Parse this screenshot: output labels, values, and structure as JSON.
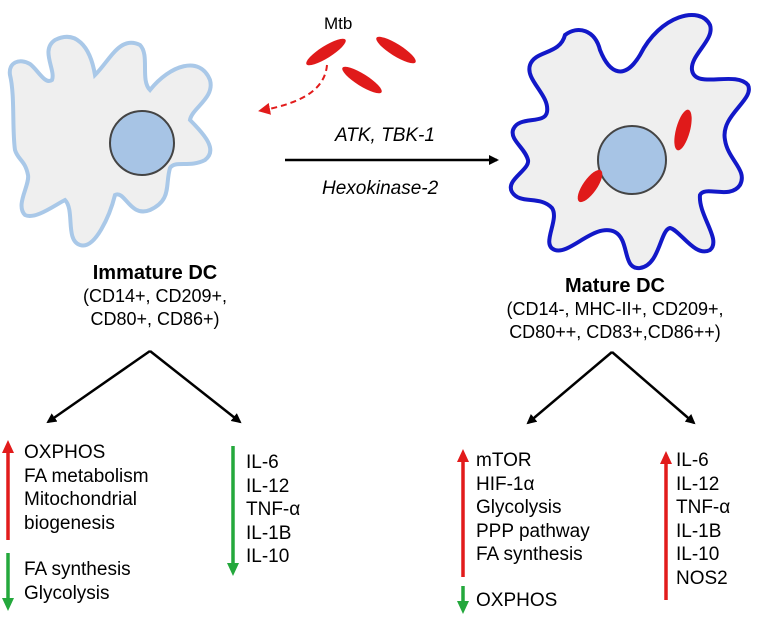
{
  "colors": {
    "immature_outline": "#a9c8e8",
    "mature_outline": "#1218c8",
    "cell_fill": "#efefef",
    "nucleus_fill": "#a7c4e5",
    "bacteria": "#e01a1a",
    "up_arrow": "#e21b1b",
    "down_arrow": "#24a83c"
  },
  "pathogen": {
    "label": "Mtb"
  },
  "transition": {
    "label_top": "ATK, TBK-1",
    "label_bottom": "Hexokinase-2"
  },
  "immature": {
    "title": "Immature DC",
    "markers_line1": "(CD14+, CD209+,",
    "markers_line2": "CD80+, CD86+)",
    "metabolism_up": [
      "OXPHOS",
      "FA metabolism",
      "Mitochondrial",
      "biogenesis"
    ],
    "metabolism_down": [
      "FA synthesis",
      "Glycolysis"
    ],
    "cytokines_down": [
      "IL-6",
      "IL-12",
      "TNF-α",
      "IL-1B",
      "IL-10"
    ]
  },
  "mature": {
    "title": "Mature DC",
    "markers_line1": "(CD14-, MHC-II+, CD209+,",
    "markers_line2": "CD80++, CD83+,CD86++)",
    "metabolism_up": [
      "mTOR",
      "HIF-1α",
      "Glycolysis",
      "PPP pathway",
      "FA synthesis"
    ],
    "metabolism_down": [
      "OXPHOS"
    ],
    "cytokines_up": [
      "IL-6",
      "IL-12",
      "TNF-α",
      "IL-1B",
      "IL-10",
      "NOS2"
    ]
  },
  "icons": {
    "up": "red-up-arrow-icon",
    "down": "green-down-arrow-icon"
  }
}
